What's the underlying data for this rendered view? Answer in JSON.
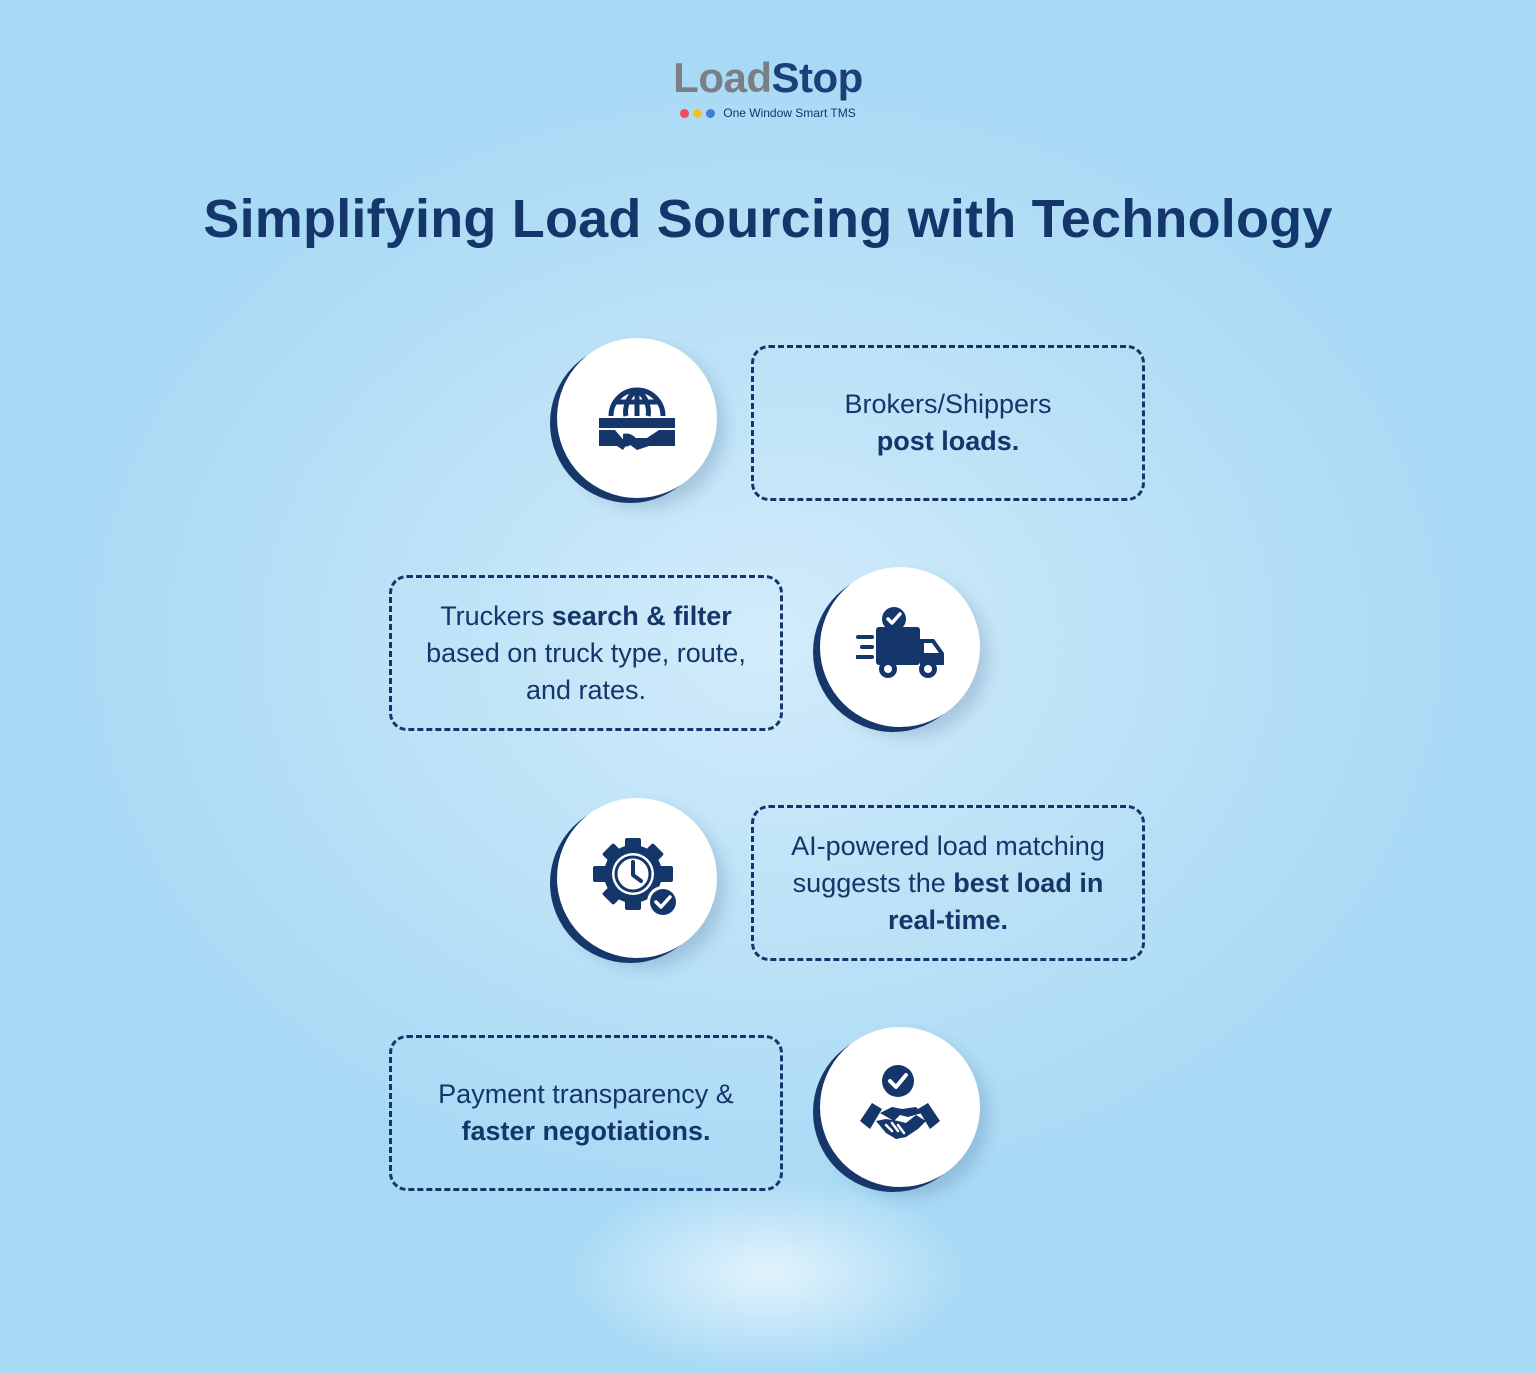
{
  "brand": {
    "name_part1": "Load",
    "name_part2": "Stop",
    "tagline": "One Window Smart TMS",
    "dot_colors": [
      "#ef4f5a",
      "#f6c21c",
      "#3f7fd9"
    ]
  },
  "title": "Simplifying Load Sourcing with Technology",
  "colors": {
    "navy": "#14366a",
    "background": "#b5def6"
  },
  "steps": [
    {
      "icon": "globe-handshake-icon",
      "text_before": "Brokers/Shippers",
      "text_bold": "post loads.",
      "text_after": ""
    },
    {
      "icon": "delivery-truck-check-icon",
      "text_before": "Truckers",
      "text_bold": "search & filter",
      "text_after": "based on truck type, route, and rates."
    },
    {
      "icon": "gear-clock-check-icon",
      "text_before": "AI-powered load matching suggests the",
      "text_bold": "best load in real-time.",
      "text_after": ""
    },
    {
      "icon": "handshake-check-icon",
      "text_before": "Payment transparency &",
      "text_bold": "faster negotiations.",
      "text_after": ""
    }
  ]
}
